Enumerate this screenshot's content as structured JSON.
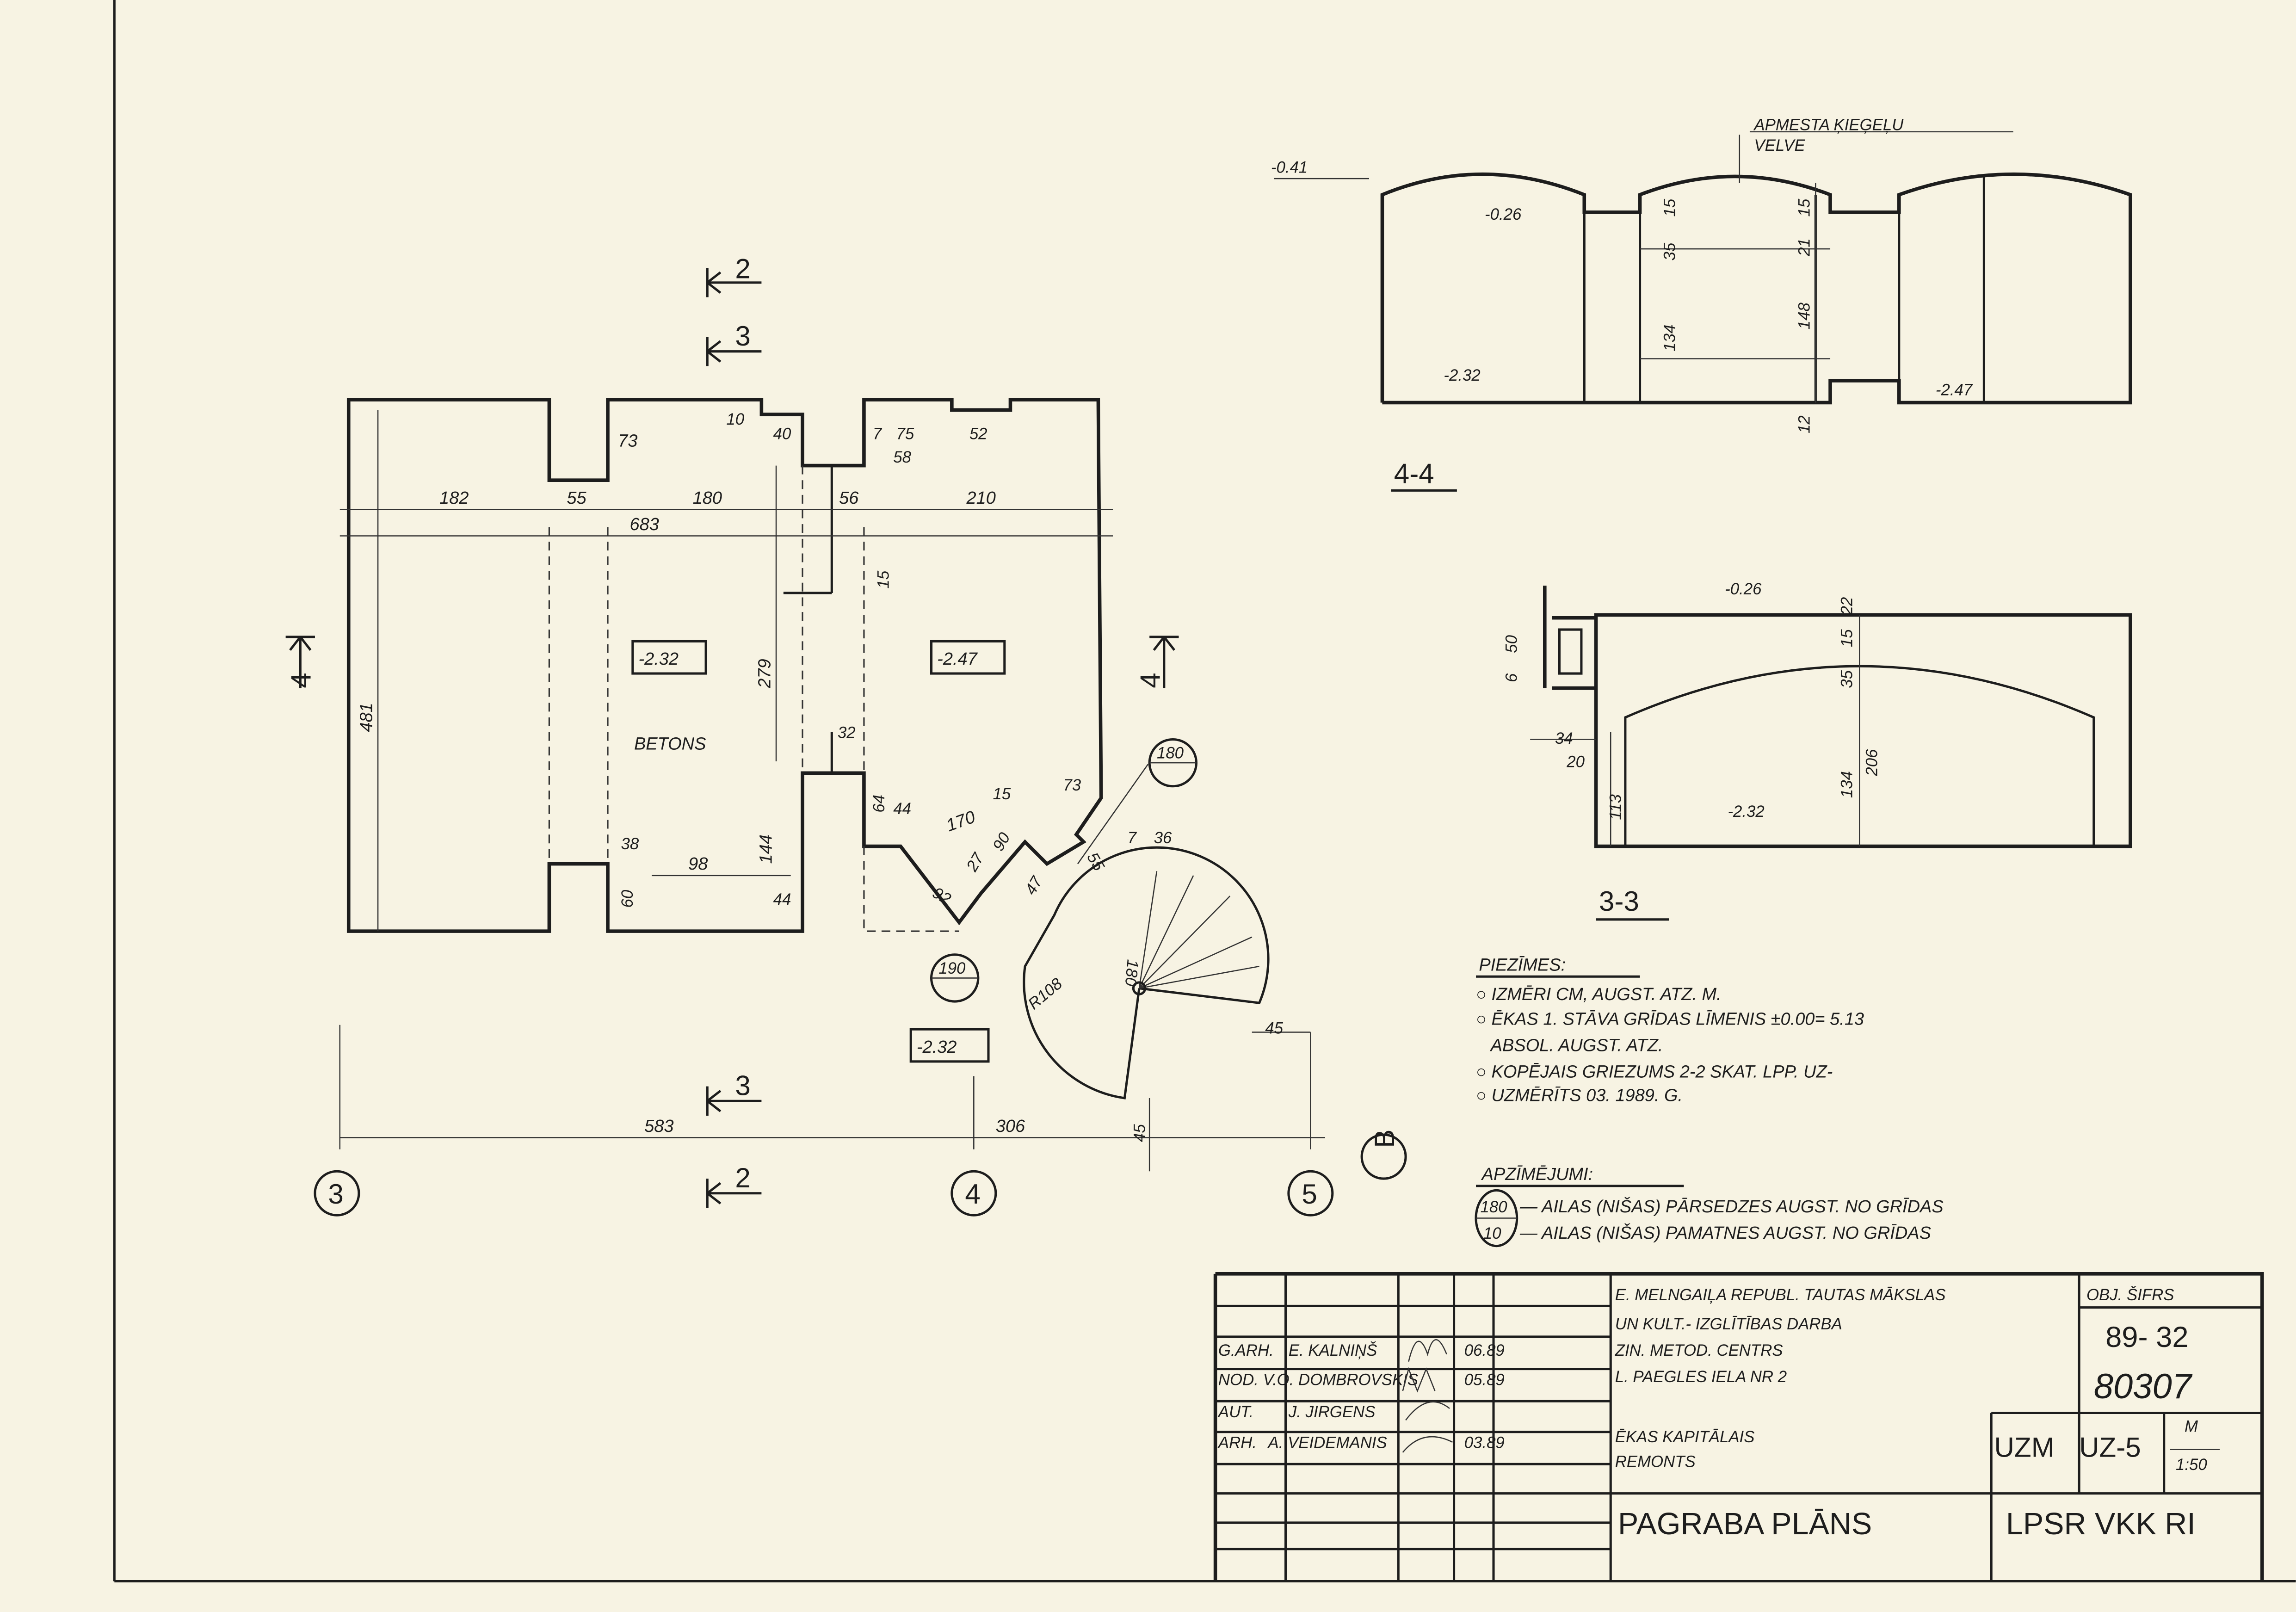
{
  "plan": {
    "dims": [
      "182",
      "55",
      "180",
      "56",
      "210",
      "683",
      "73",
      "10",
      "40",
      "75",
      "52",
      "58",
      "7",
      "481",
      "279",
      "15",
      "32",
      "BETONS",
      "38",
      "98",
      "144",
      "60",
      "44",
      "64",
      "44",
      "170",
      "15",
      "73",
      "90",
      "27",
      "47",
      "92",
      "7",
      "36",
      "55",
      "180",
      "R108",
      "45",
      "45",
      "583",
      "306"
    ],
    "levels": [
      "-2.32",
      "-2.47",
      "-2.32"
    ],
    "tags": [
      {
        "top": "180"
      },
      {
        "top": "190"
      }
    ],
    "section_marks": [
      "2",
      "3",
      "3",
      "2",
      "4",
      "4"
    ],
    "axes": [
      "3",
      "4",
      "5",
      "B"
    ]
  },
  "section_4_4": {
    "title": "4-4",
    "note": [
      "APMESTA ĶIEĢEĻU",
      "VELVE"
    ],
    "labels": [
      "-0.41",
      "-0.26",
      "35",
      "15",
      "134",
      "21",
      "15",
      "148",
      "12",
      "-2.32",
      "-2.47"
    ]
  },
  "section_3_3": {
    "title": "3-3",
    "labels": [
      "-0.26",
      "22",
      "35",
      "15",
      "6",
      "50",
      "34",
      "20",
      "113",
      "134",
      "206",
      "-2.32"
    ]
  },
  "notes": {
    "heading": "PIEZĪMES:",
    "items": [
      "○ IZMĒRI CM, AUGST. ATZ. M.",
      "○ ĒKAS 1. STĀVA GRĪDAS LĪMENIS ±0.00= 5.13",
      "ABSOL. AUGST. ATZ.",
      "○ KOPĒJAIS GRIEZUMS 2-2 SKAT. LPP. UZ-",
      "○ UZMĒRĪTS 03. 1989. G."
    ]
  },
  "legend": {
    "heading": "APZĪMĒJUMI:",
    "top_value": "180",
    "bottom_value": "10",
    "top_text": "— AILAS (NIŠAS) PĀRSEDZES AUGST. NO GRĪDAS",
    "bottom_text": "— AILAS (NIŠAS) PAMATNES AUGST. NO GRĪDAS"
  },
  "title_block": {
    "org": [
      "E. MELNGAIĻA REPUBL. TAUTAS MĀKSLAS",
      "UN KULT.- IZGLĪTĪBAS DARBA",
      "ZIN. METOD. CENTRS",
      "L. PAEGLES IELA NR 2"
    ],
    "object_label": "OBJ. ŠIFRS",
    "object_code": "89- 32",
    "number": "80307",
    "work": [
      "ĒKAS KAPITĀLAIS",
      "REMONTS"
    ],
    "stage": "UZM",
    "sheet": "UZ-5",
    "scale_label": "M",
    "scale": "1:50",
    "drawing_title": "PAGRABA PLĀNS",
    "institute": "LPSR VKK RI",
    "staff": [
      {
        "role": "G.ARH.",
        "name": "E. KALNIŅŠ",
        "date": "06.89"
      },
      {
        "role": "NOD. V.",
        "name": "O. DOMBROVSKIS",
        "date": "05.89"
      },
      {
        "role": "AUT.",
        "name": "J. JIRGENS",
        "date": ""
      },
      {
        "role": "ARH.",
        "name": "A. VEIDEMANIS",
        "date": "03.89"
      }
    ]
  }
}
